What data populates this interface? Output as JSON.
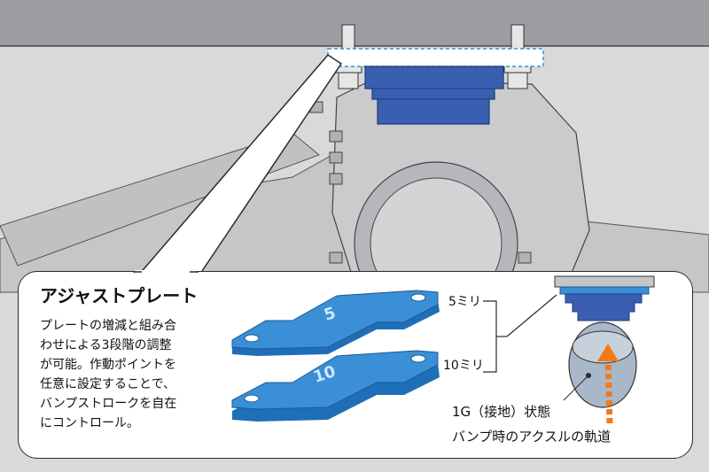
{
  "plate_section": {
    "title": "アジャストプレート",
    "description_lines": [
      "プレートの増減と組み合",
      "わせによる3段階の調整",
      "が可能。作動ポイントを",
      "任意に設定することで、",
      "バンプストロークを自在",
      "にコントロール。"
    ],
    "plate_small_label": "5ミリ",
    "plate_large_label": "10ミリ",
    "plate_small_marking": "5",
    "plate_large_marking": "10"
  },
  "axle_section": {
    "state_label": "1G（接地）状態",
    "trajectory_label": "バンプ時のアクスルの軌道"
  },
  "colors": {
    "frame": "#9b9da0",
    "chassis": "#c9cbcd",
    "plate_blue": "#3a8fd6",
    "bump_stop_blue": "#3b5fb0",
    "arrow_orange": "#f07a1a",
    "axle_circle": "#a9b8c9"
  }
}
